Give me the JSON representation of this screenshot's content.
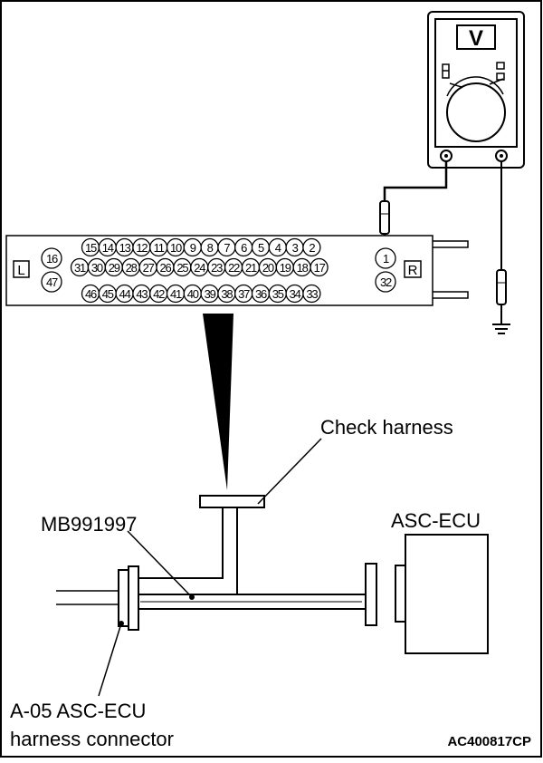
{
  "meter": {
    "range_label": "V"
  },
  "connector": {
    "left_label": "L",
    "right_label": "R",
    "left_pins": [
      "16",
      "47"
    ],
    "right_pins": [
      "1",
      "32"
    ],
    "row_top": [
      "15",
      "14",
      "13",
      "12",
      "11",
      "10",
      "9",
      "8",
      "7",
      "6",
      "5",
      "4",
      "3",
      "2"
    ],
    "row_mid": [
      "31",
      "30",
      "29",
      "28",
      "27",
      "26",
      "25",
      "24",
      "23",
      "22",
      "21",
      "20",
      "19",
      "18",
      "17"
    ],
    "row_bot": [
      "46",
      "45",
      "44",
      "43",
      "42",
      "41",
      "40",
      "39",
      "38",
      "37",
      "36",
      "35",
      "34",
      "33"
    ]
  },
  "labels": {
    "check_harness": "Check harness",
    "tool_number": "MB991997",
    "ecu": "ASC-ECU",
    "connector_line1": "A-05 ASC-ECU",
    "connector_line2": "harness connector",
    "figure_code": "AC400817CP"
  }
}
